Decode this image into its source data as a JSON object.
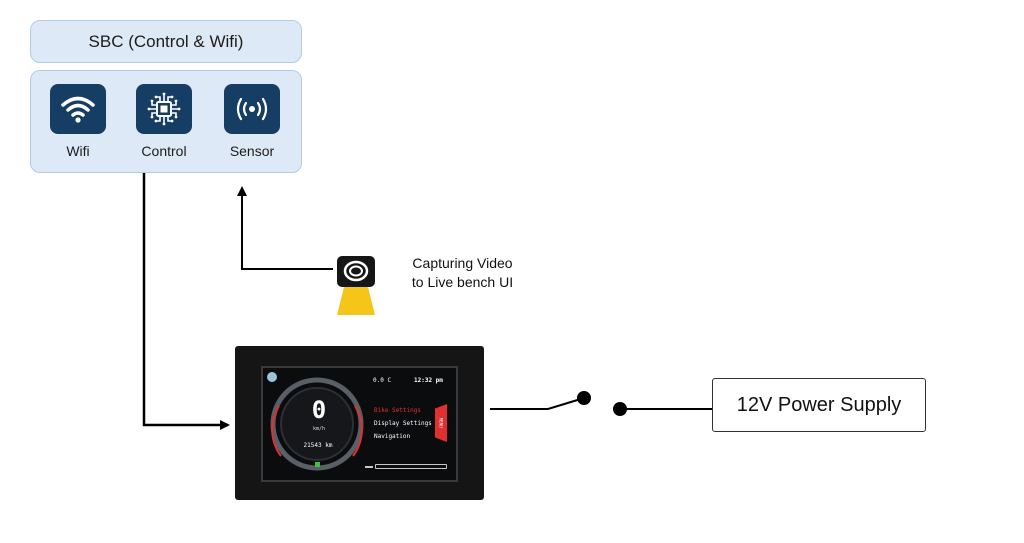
{
  "sbc": {
    "title": "SBC (Control & Wifi)",
    "modules": [
      {
        "label": "Wifi",
        "icon": "wifi-icon"
      },
      {
        "label": "Control",
        "icon": "chip-icon"
      },
      {
        "label": "Sensor",
        "icon": "sensor-broadcast-icon"
      }
    ]
  },
  "camera": {
    "icon": "camera-icon",
    "caption_line1": "Capturing Video",
    "caption_line2": "to Live bench UI"
  },
  "display_ui": {
    "temperature": "0.0 C",
    "time": "12:32 pm",
    "speed": "0",
    "speed_unit": "km/h",
    "odometer": "21543 km",
    "menu_items": [
      {
        "label": "Bike Settings",
        "selected": true
      },
      {
        "label": "Display Settings",
        "selected": false
      },
      {
        "label": "Navigation",
        "selected": false
      }
    ],
    "menu_tab": "MENU"
  },
  "power_supply": {
    "label": "12V Power Supply"
  },
  "colors": {
    "panel_fill": "#dde9f7",
    "panel_border": "#b3cbe6",
    "tile_fill": "#163d63",
    "camera_light": "#f5c51a",
    "accent_red": "#e03030"
  }
}
